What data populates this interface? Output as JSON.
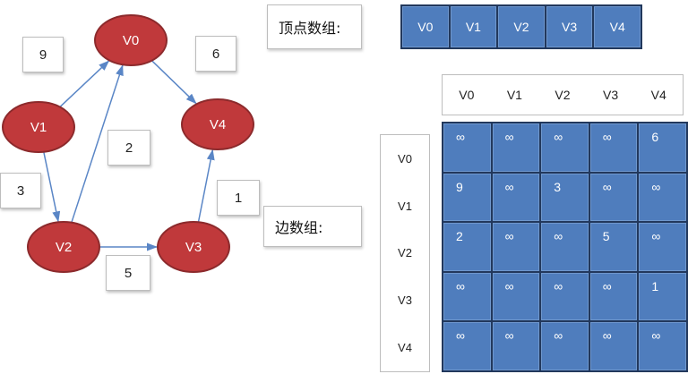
{
  "graph": {
    "nodes": [
      {
        "id": "V0",
        "label": "V0"
      },
      {
        "id": "V1",
        "label": "V1"
      },
      {
        "id": "V2",
        "label": "V2"
      },
      {
        "id": "V3",
        "label": "V3"
      },
      {
        "id": "V4",
        "label": "V4"
      }
    ],
    "edges": [
      {
        "from": "V1",
        "to": "V0",
        "weight": "9"
      },
      {
        "from": "V0",
        "to": "V4",
        "weight": "6"
      },
      {
        "from": "V2",
        "to": "V0",
        "weight": "2"
      },
      {
        "from": "V1",
        "to": "V2",
        "weight": "3"
      },
      {
        "from": "V3",
        "to": "V4",
        "weight": "1"
      },
      {
        "from": "V2",
        "to": "V3",
        "weight": "5"
      }
    ]
  },
  "vertex_array": {
    "caption": "顶点数组:",
    "items": [
      "V0",
      "V1",
      "V2",
      "V3",
      "V4"
    ]
  },
  "edge_array": {
    "caption": "边数组:",
    "col_headers": [
      "V0",
      "V1",
      "V2",
      "V3",
      "V4"
    ],
    "row_headers": [
      "V0",
      "V1",
      "V2",
      "V3",
      "V4"
    ],
    "rows": [
      [
        "∞",
        "∞",
        "∞",
        "∞",
        "6"
      ],
      [
        "9",
        "∞",
        "3",
        "∞",
        "∞"
      ],
      [
        "2",
        "∞",
        "∞",
        "5",
        "∞"
      ],
      [
        "∞",
        "∞",
        "∞",
        "∞",
        "1"
      ],
      [
        "∞",
        "∞",
        "∞",
        "∞",
        "∞"
      ]
    ]
  },
  "colors": {
    "node_fill": "#c0393b",
    "node_stroke": "#8c2a2c",
    "edge": "#5a86c6",
    "cell": "#4f7dbd",
    "grid_border": "#22385c"
  }
}
